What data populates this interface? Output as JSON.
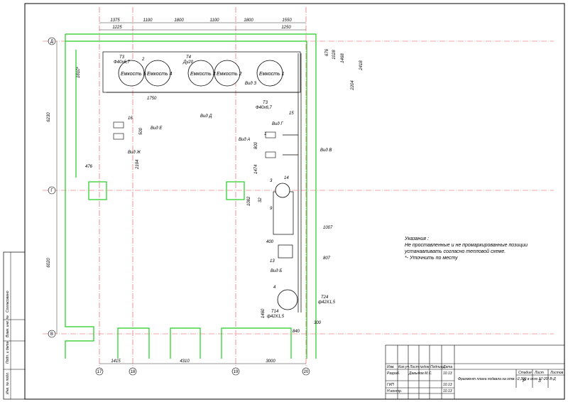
{
  "axes_h": [
    "Д",
    "Г",
    "В"
  ],
  "axes_v": [
    "17",
    "18",
    "19",
    "20"
  ],
  "top_dims": [
    "1375",
    "1100",
    "1800",
    "1100",
    "1800",
    "1550"
  ],
  "top_dims2": [
    "1225",
    "1250"
  ],
  "bottom_dims": [
    "1415",
    "4310",
    "3000"
  ],
  "left_dims": [
    "6230",
    "6020"
  ],
  "left_small": [
    "1810*",
    "476"
  ],
  "right_dims": [
    "2204",
    "2418",
    "1468",
    "1028",
    "676"
  ],
  "tanks": [
    "Емкость 5",
    "Емкость 4",
    "Емкость 3",
    "Емкость 2",
    "Емкость 1"
  ],
  "pipe_labels": {
    "t3_top": "Т3",
    "t3_top_dim": "Ф40х6,7",
    "t4": "Т4",
    "t4_dim": "Ду20",
    "t3_bot": "Т3",
    "t3_bot_dim": "Ф40х6,7",
    "t24": "Т24",
    "t24_dim": "ф42Х1,5",
    "t14": "Т14",
    "t14_dim": "ф42Х1,5"
  },
  "views": [
    "Вид Д",
    "Вид Е",
    "Вид Ж",
    "Вид А",
    "Вид Г",
    "Вид В",
    "Вид Б",
    "Вид З"
  ],
  "inner_dims": [
    "1750",
    "500",
    "2194",
    "800",
    "1474",
    "1082",
    "400",
    "1007",
    "807",
    "1460",
    "840",
    "300"
  ],
  "positions": [
    "2",
    "16",
    "15",
    "1",
    "14",
    "3",
    "9",
    "13",
    "4",
    "32"
  ],
  "notes": {
    "title": "Указания :",
    "line1": "Не проставленные и не промаркированные позиции",
    "line2": "устанавливать согласно тепловой схеме.",
    "line3": "*- Уточнить по месту"
  },
  "stamp": {
    "headers": [
      "Изм.",
      "Кол.уч",
      "Лист",
      "№док.",
      "Подпись",
      "Дата"
    ],
    "rows": [
      {
        "role": "Разраб.",
        "name": "Давыдов М.С.",
        "date": "10.13"
      },
      {
        "role": "ГИП",
        "name": "",
        "date": "10.13"
      },
      {
        "role": "Н.контр.",
        "name": "",
        "date": "10.13"
      }
    ],
    "title": "Фрагмент плана подвала на отм. -2,300 в осях 17-20/ В-Д",
    "stage_h": "Стадия",
    "sheet_h": "Лист",
    "sheets_h": "Листов",
    "stage": "Р",
    "sheet": "3"
  },
  "side_labels": [
    "Согласовано",
    "Взам. инв. №",
    "Подп. и дата",
    "Инв. № подл."
  ],
  "footer": "http://..."
}
